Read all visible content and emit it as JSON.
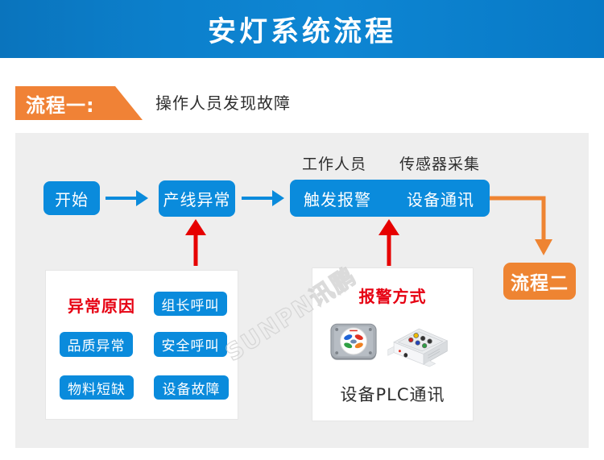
{
  "header": {
    "title": "安灯系统流程"
  },
  "banner": {
    "label": "流程一:",
    "description": "操作人员发现故障"
  },
  "flow": {
    "start_label": "开始",
    "line_abnormal_label": "产线异常",
    "manual_source_label": "工作人员",
    "sensor_source_label": "传感器采集",
    "trigger_alarm_label": "触发报警",
    "device_comm_label": "设备通讯",
    "next_step_label": "流程二"
  },
  "cause_panel": {
    "title": "异常原因",
    "buttons": [
      "组长呼叫",
      "品质异常",
      "安全呼叫",
      "物料短缺",
      "设备故障"
    ]
  },
  "alarm_panel": {
    "title": "报警方式",
    "caption": "设备PLC通讯"
  },
  "watermark": "SUNPN讯鹏",
  "colors": {
    "header_blue_left": "#0a74bd",
    "header_blue_mid": "#0e86d3",
    "node_blue": "#0a8bdc",
    "accent_orange": "#ee8432",
    "flag_orange": "#f08236",
    "alert_red": "#e60000",
    "red_title": "#e60012",
    "panel_gray": "#eeeeee"
  }
}
